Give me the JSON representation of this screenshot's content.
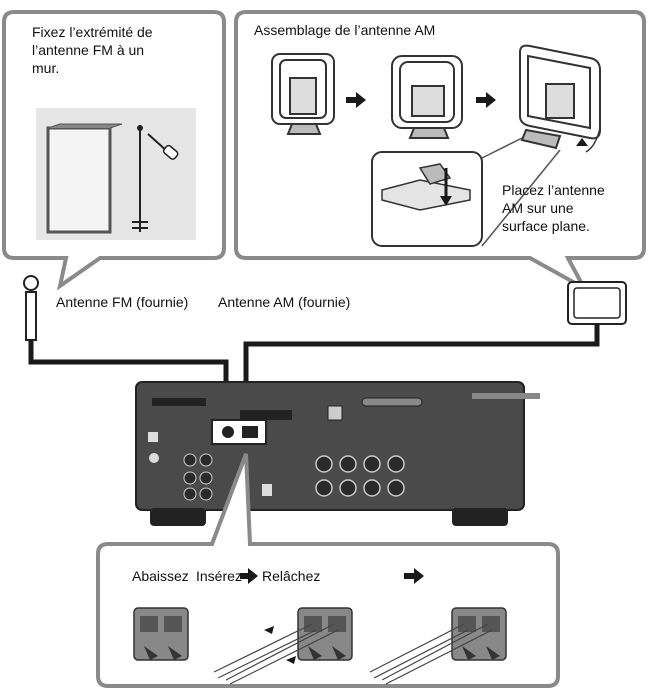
{
  "fm_panel": {
    "instruction_lines": [
      "Fixez l’extrémité de",
      "l’antenne FM à un",
      "mur."
    ]
  },
  "am_panel": {
    "title": "Assemblage de l’antenne AM",
    "note_lines": [
      "Placez l’antenne",
      "AM sur une",
      "surface plane."
    ]
  },
  "cable_labels": {
    "fm": "Antenne FM (fournie)",
    "am": "Antenne AM (fournie)"
  },
  "bottom_panel": {
    "steps": [
      "Abaissez",
      "Insérez",
      "Relâchez"
    ]
  },
  "colors": {
    "panel_border": "#8a8a8a",
    "receiver_body": "#4a4a4a",
    "cable": "#1a1a1a",
    "arrow": "#1a1a1a"
  }
}
